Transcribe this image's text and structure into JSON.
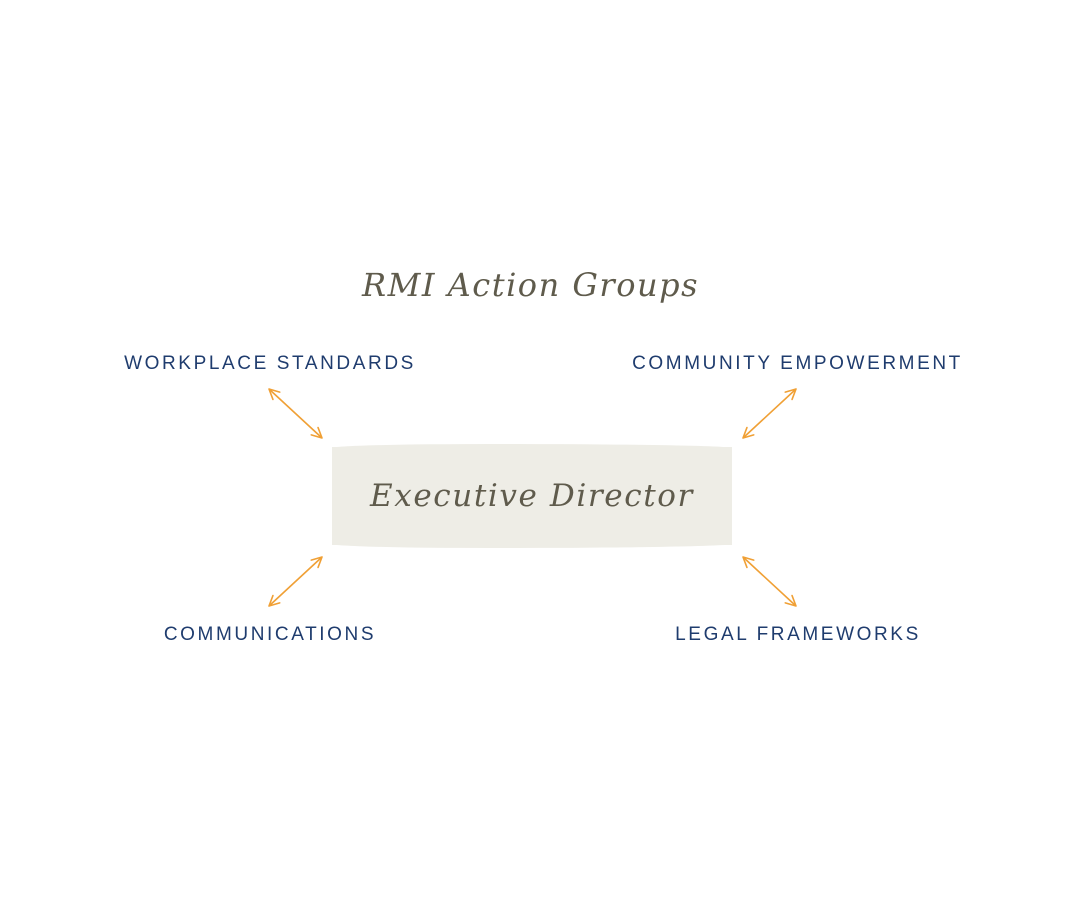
{
  "title": "RMI Action Groups",
  "center": {
    "label": "Executive Director"
  },
  "groups": {
    "workplace_standards": "WORKPLACE STANDARDS",
    "community_empowerment": "COMMUNITY EMPOWERMENT",
    "communications": "COMMUNICATIONS",
    "legal_frameworks": "LEGAL FRAMEWORKS"
  },
  "colors": {
    "title_text": "#5f5b4c",
    "group_text": "#1f3c6e",
    "arrow": "#f0a035",
    "center_fill": "#eeede6"
  },
  "connectors": [
    {
      "from": "workplace_standards",
      "to": "center",
      "style": "double-headed-arrow"
    },
    {
      "from": "community_empowerment",
      "to": "center",
      "style": "double-headed-arrow"
    },
    {
      "from": "communications",
      "to": "center",
      "style": "double-headed-arrow"
    },
    {
      "from": "legal_frameworks",
      "to": "center",
      "style": "double-headed-arrow"
    }
  ]
}
